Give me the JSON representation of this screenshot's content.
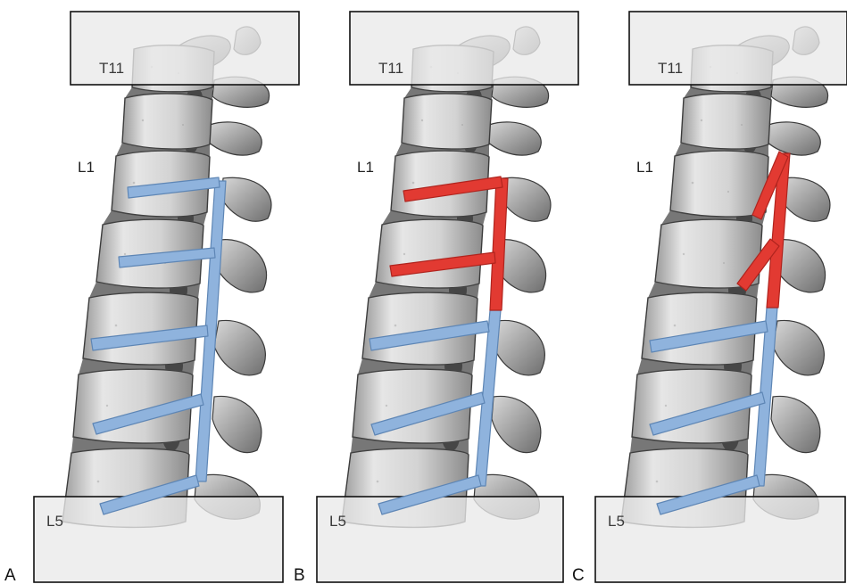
{
  "colors": {
    "rod_intact": "#8fb3dd",
    "rod_intact_edge": "#5e86b5",
    "rod_failed": "#e23a32",
    "rod_failed_edge": "#b0241e",
    "box_fill": "#e9e9e9",
    "box_stroke": "#111111",
    "bone": "#cfcfcf"
  },
  "panels": [
    {
      "letter": "A",
      "top_box_label": "T11",
      "bottom_box_label": "L5",
      "level_label": "L1",
      "state": "all-rods-intact"
    },
    {
      "letter": "B",
      "top_box_label": "T11",
      "bottom_box_label": "L5",
      "level_label": "L1",
      "state": "upper-two-screws-and-rod-segment-red"
    },
    {
      "letter": "C",
      "top_box_label": "T11",
      "bottom_box_label": "L5",
      "level_label": "L1",
      "state": "upper-two-screws-and-rod-segment-red"
    }
  ]
}
